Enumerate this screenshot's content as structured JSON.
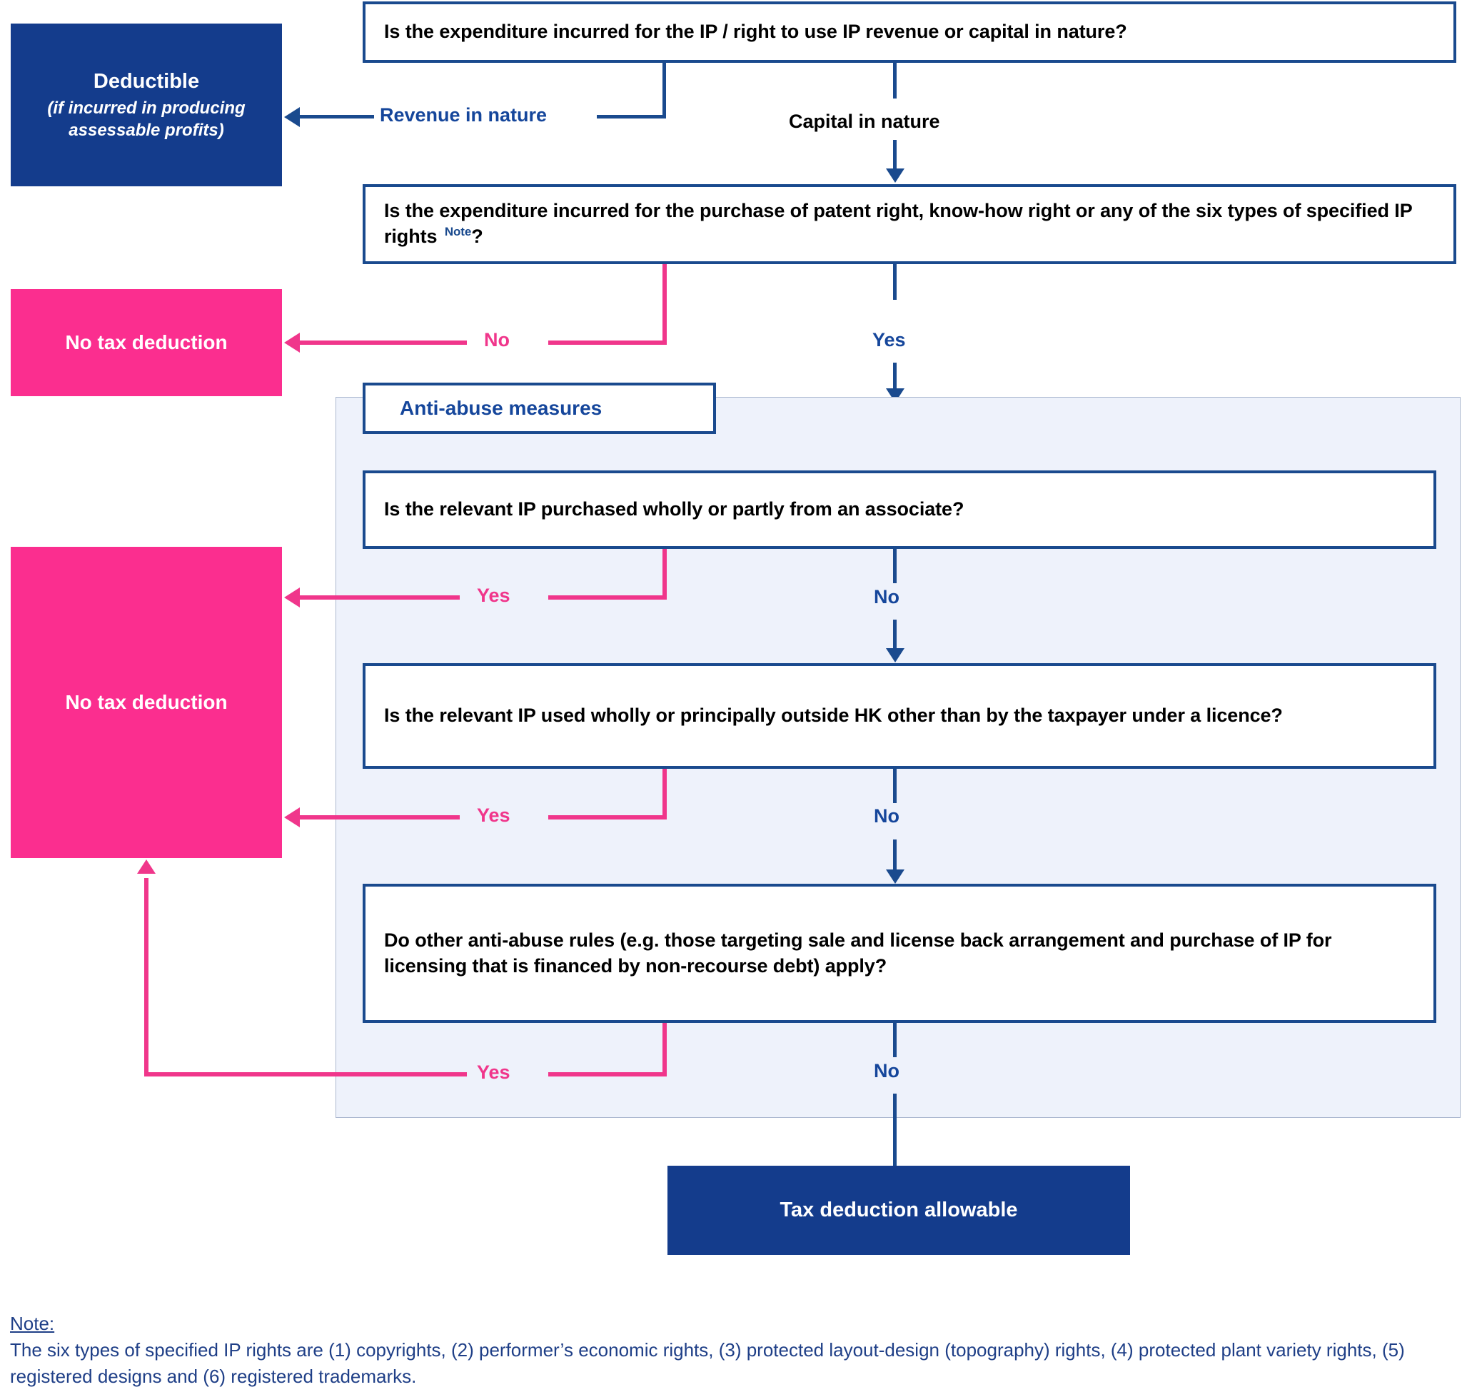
{
  "flowchart": {
    "title": "IP expenditure tax deduction decision flow",
    "colors": {
      "navy": "#143c8c",
      "border_blue": "#1a4a8e",
      "label_blue": "#15469b",
      "pink": "#fb2e8f",
      "pink_line": "#f0368b",
      "panel_bg": "#eef2fb",
      "note_text": "#1f3f87"
    },
    "nodes": {
      "q1": "Is the expenditure incurred for the IP / right to use IP revenue or capital in nature?",
      "q2_part1": "Is the expenditure incurred for the purchase of patent right, know-how right or any of the six types of specified IP rights ",
      "q2_note_marker": "Note",
      "q2_part2": "?",
      "q3": "Is the relevant IP purchased wholly or partly from an associate?",
      "q4": "Is the relevant IP used wholly or principally outside HK other than by the taxpayer under a licence?",
      "q5": "Do other anti-abuse rules (e.g. those targeting sale and license back arrangement and purchase of IP for licensing that is financed by non-recourse debt) apply?",
      "deductible_line1": "Deductible",
      "deductible_line2": "(if incurred in producing assessable profits)",
      "no_deduction_1": "No tax deduction",
      "no_deduction_2": "No tax deduction",
      "tax_deduction_allowable": "Tax deduction allowable",
      "anti_abuse_section": "Anti-abuse measures"
    },
    "edges": {
      "revenue_in_nature": "Revenue in nature",
      "capital_in_nature": "Capital in nature",
      "q2_no": "No",
      "q2_yes": "Yes",
      "q3_yes": "Yes",
      "q3_no": "No",
      "q4_yes": "Yes",
      "q4_no": "No",
      "q5_yes": "Yes",
      "q5_no": "No"
    },
    "note": {
      "heading": "Note:",
      "body": "The six types of specified IP rights are (1) copyrights, (2) performer’s economic rights, (3) protected layout-design (topography) rights, (4) protected plant variety rights, (5) registered designs and (6) registered trademarks."
    }
  }
}
